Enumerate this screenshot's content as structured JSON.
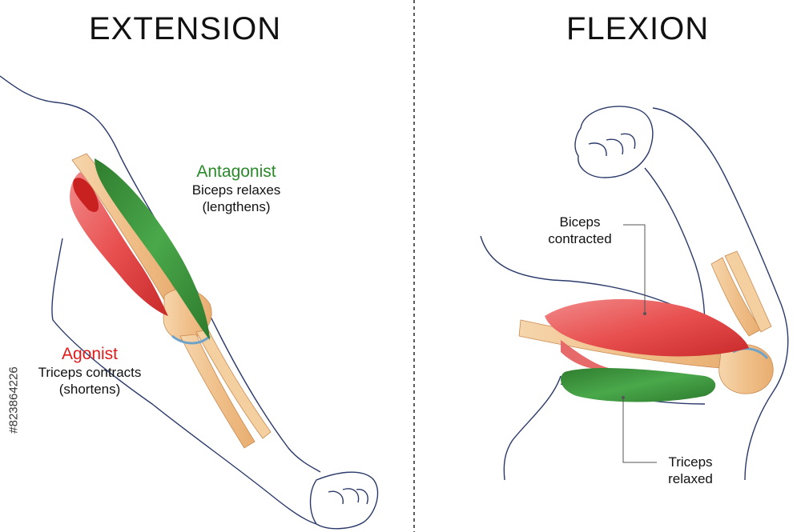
{
  "extension": {
    "title": "EXTENSION",
    "antagonist": {
      "role": "Antagonist",
      "line1": "Biceps relaxes",
      "line2": "(lengthens)"
    },
    "agonist": {
      "role": "Agonist",
      "line1": "Triceps contracts",
      "line2": "(shortens)"
    }
  },
  "flexion": {
    "title": "FLEXION",
    "biceps": {
      "line1": "Biceps",
      "line2": "contracted"
    },
    "triceps": {
      "line1": "Triceps",
      "line2": "relaxed"
    }
  },
  "image_id": "#823864226",
  "colors": {
    "antagonist_text": "#2a8a2a",
    "agonist_text": "#e01b1b",
    "muscle_red": "#e85a5a",
    "muscle_green": "#3f9a3f",
    "bone": "#f3c99a",
    "outline": "#2b3a6b",
    "divider": "#333333"
  }
}
